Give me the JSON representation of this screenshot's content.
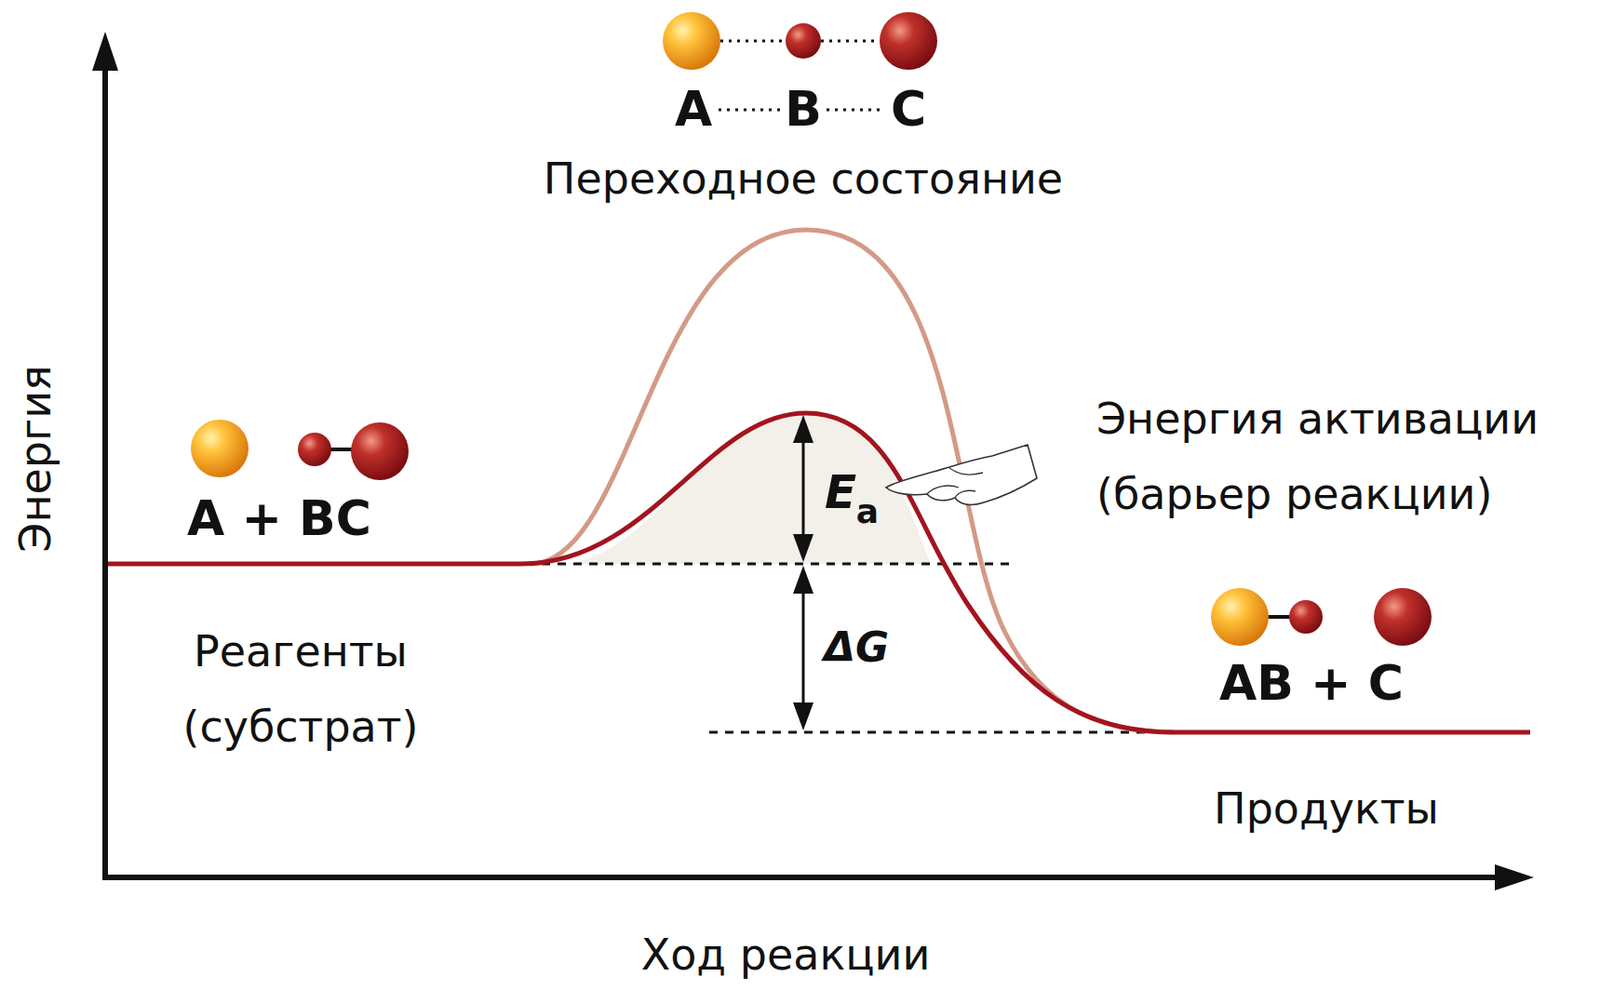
{
  "diagram": {
    "labels": [
      "A",
      "B",
      "C",
      "Переходное состояние",
      "Энергия",
      "A + BC",
      "Энергия активации (барьер реакции)",
      "E",
      "a",
      "ΔG",
      "Реагенты (субстрат)",
      "AB + C",
      "Продукты",
      "Ход реакции"
    ]
  }
}
